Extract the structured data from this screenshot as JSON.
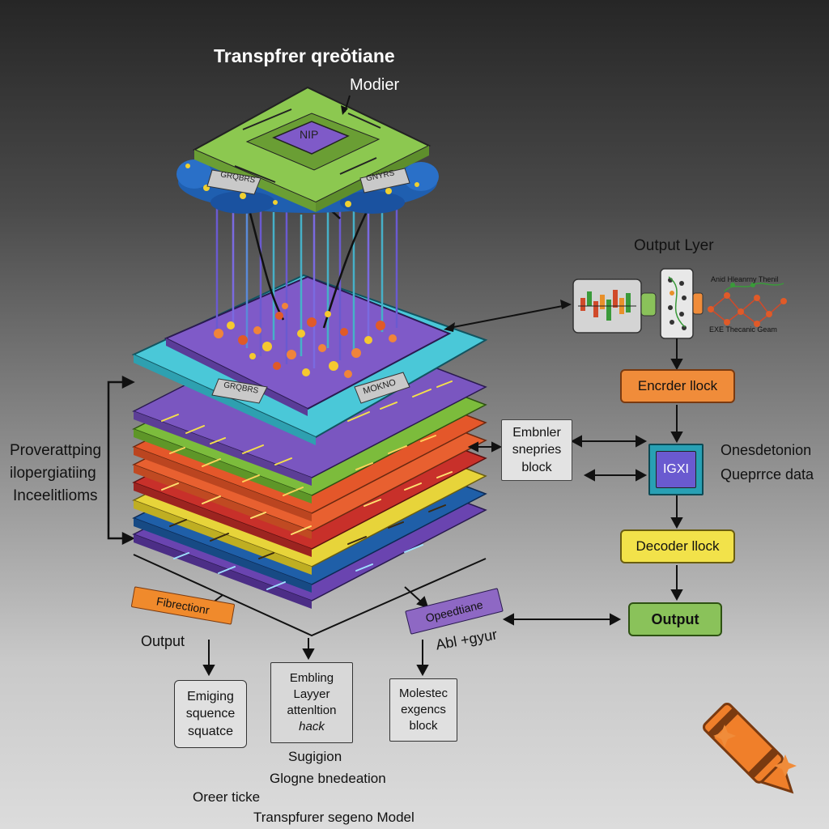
{
  "title": "Transpfrer qreŏtiane",
  "modier_label": "Modier",
  "chip_label": "NIP",
  "pads": {
    "left": "GRQBRS",
    "right": "GNYRS"
  },
  "stack_tags": {
    "left": "GRQBRS",
    "right": "MOKNO"
  },
  "left_labels": [
    "Proverattping",
    "ilopergiatiing",
    "Inceelitlioms"
  ],
  "output_layer_label": "Output Lyer",
  "mini_graph": {
    "top": "Anid Hleanrny Thenil",
    "bottom": "EXE  Thecanic Geam"
  },
  "encoder_label": "Encrder llock",
  "embedder_lines": [
    "Embnler",
    "snepries",
    "block"
  ],
  "center_block_label": "IGXI",
  "right_text_lines": [
    "Onesdetonion",
    "Queprrce data"
  ],
  "decoder_label": "Decoder llock",
  "output_right_label": "Output",
  "orange_tag": "Fibrectionr",
  "output_left_label": "Output",
  "purple_tag": "Opeedtiane",
  "abl_label": "Abl +gyur",
  "bottom_boxes": [
    [
      "Emiging",
      "squence",
      "squatce"
    ],
    [
      "Embling",
      "Layyer",
      "attenltion",
      "hack"
    ],
    [
      "Molestec",
      "exgencs",
      "block"
    ]
  ],
  "footer": {
    "sugion": "Sugigion",
    "glogne": "Glogne bnedeation",
    "oreer": "Oreer ticke",
    "model": "Transpfurer segeno Model"
  },
  "colors": {
    "encoder": "#f08c3a",
    "decoder": "#f2e24a",
    "output": "#8ac25a",
    "embedder": "#e3e3e3",
    "center_block": "#28a0b4",
    "purple_tag": "#8e68c4",
    "orange_tag": "#f08a2c"
  }
}
